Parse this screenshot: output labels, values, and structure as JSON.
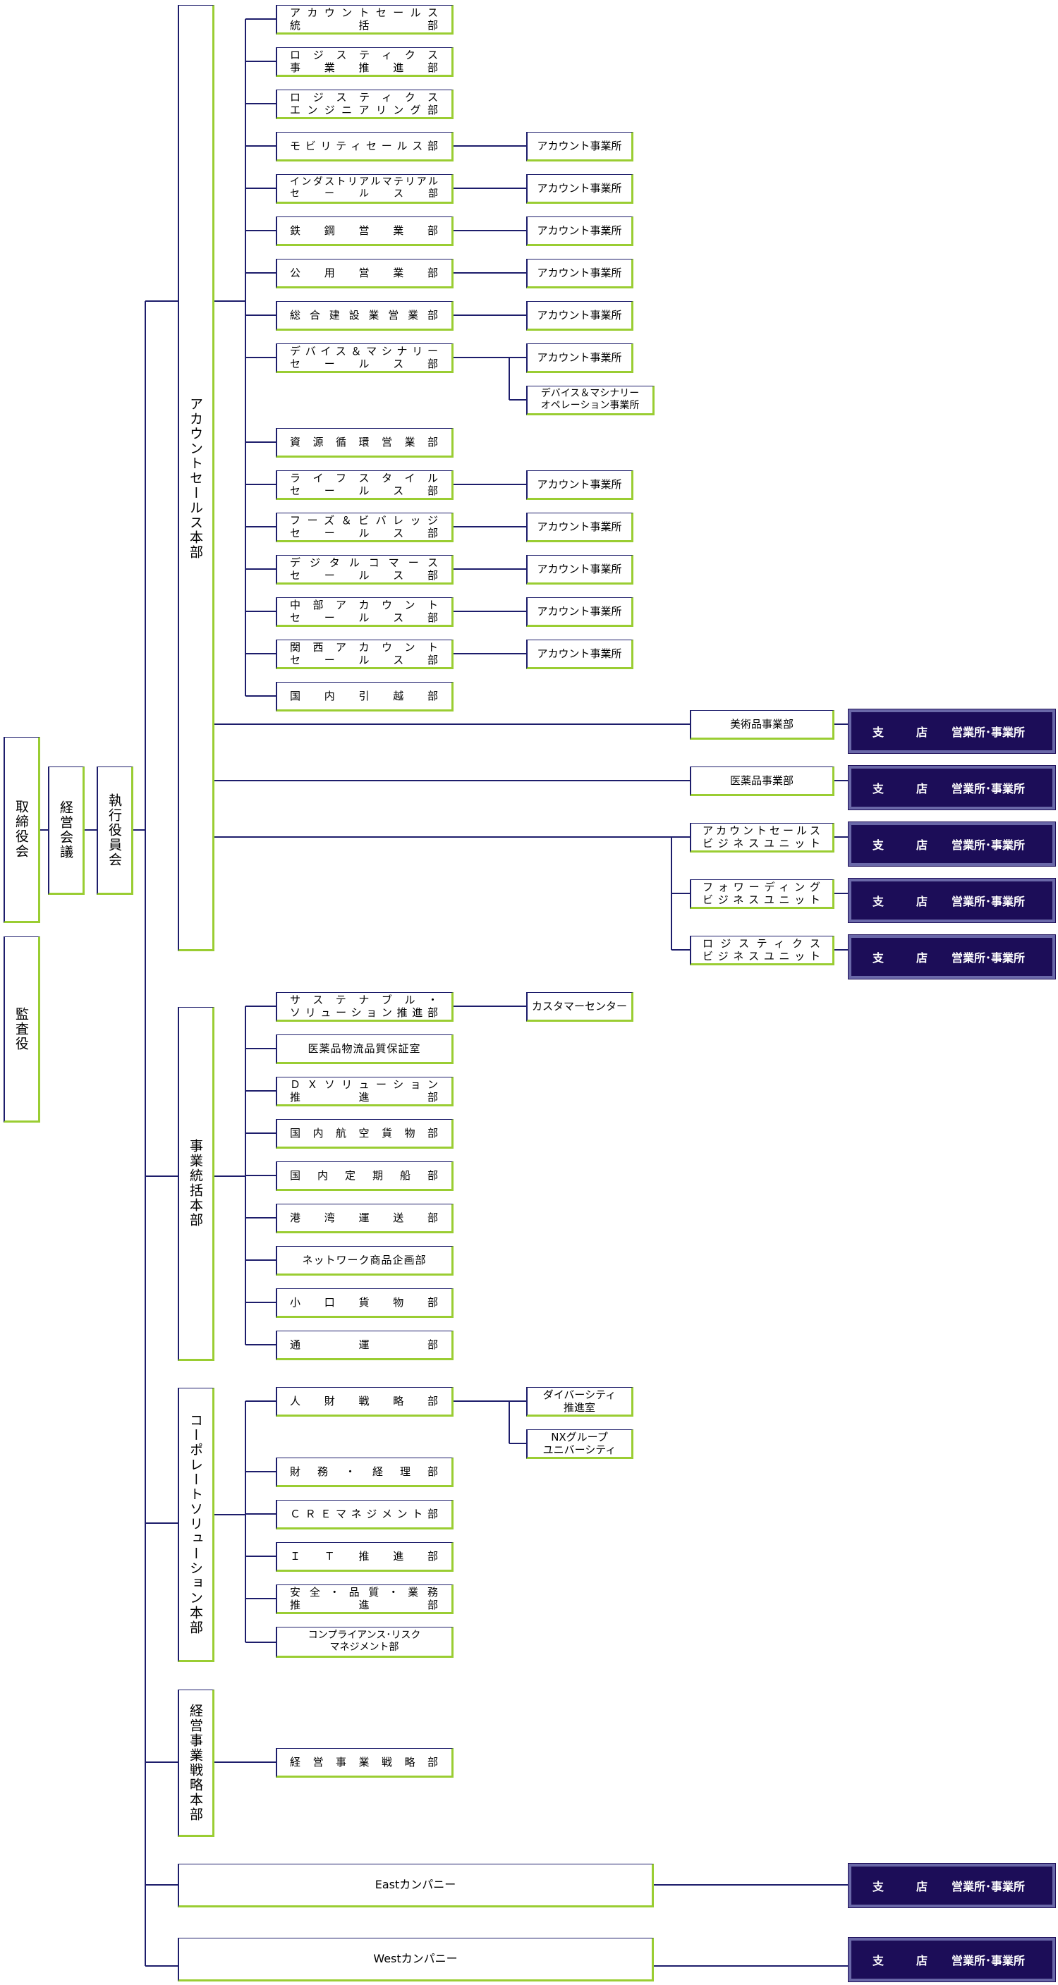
{
  "top": {
    "board": "取締役会",
    "audit": "監査役",
    "management_meeting": "経営会議",
    "executive_committee": "執行役員会"
  },
  "headquarters": {
    "account_sales": "アカウントセールス本部",
    "business_control": "事業統括本部",
    "corporate_solution": "コーポレートソリューション本部",
    "business_strategy": "経営事業戦略本部",
    "east": "Eastカンパニー",
    "west": "Westカンパニー"
  },
  "account_sales_depts": [
    [
      "アカウントセールス",
      "統　　　括　　　部"
    ],
    [
      "ロジスティクス",
      "事業推進部"
    ],
    [
      "ロジスティクス",
      "エンジニアリング部"
    ],
    [
      "モビリティセールス部"
    ],
    [
      "インダストリアルマテリアル",
      "セールス部"
    ],
    [
      "鉄鋼営業部"
    ],
    [
      "公用営業部"
    ],
    [
      "総合建設業営業部"
    ],
    [
      "デバイス＆マシナリー",
      "セールス部"
    ],
    [
      "資源循環営業部"
    ],
    [
      "ライフスタイル",
      "セールス部"
    ],
    [
      "フーズ＆ビバレッジ",
      "セールス部"
    ],
    [
      "デジタルコマース",
      "セールス部"
    ],
    [
      "中部アカウント",
      "セールス部"
    ],
    [
      "関西アカウント",
      "セールス部"
    ],
    [
      "国内引越部"
    ]
  ],
  "account_office": "アカウント事業所",
  "devices_operation_office": [
    "デバイス＆マシナリー",
    "オペレーション事業所"
  ],
  "business_units": {
    "fine_art": "美術品事業部",
    "pharma": "医薬品事業部",
    "account_sales_bu": [
      "アカウントセールス",
      "ビジネスユニット"
    ],
    "forwarding_bu": [
      "フォワーディング",
      "ビジネスユニット"
    ],
    "logistics_bu": [
      "ロジスティクス",
      "ビジネスユニット"
    ]
  },
  "branch_box": {
    "branch": "支",
    "store": "店",
    "offices": "営業所･事業所"
  },
  "business_control_depts": [
    [
      "サステナブル・",
      "ソリューション推進部"
    ],
    [
      "医薬品物流品質保証室"
    ],
    [
      "ＤＸソリューション",
      "推　　　　進　　　　部"
    ],
    [
      "国内航空貨物部"
    ],
    [
      "国内定期船部"
    ],
    [
      "港湾運送部"
    ],
    [
      "ネットワーク商品企画部"
    ],
    [
      "小口貨物部"
    ],
    [
      "通運部"
    ]
  ],
  "customer_center": "カスタマーセンター",
  "corporate_depts": [
    [
      "人財戦略部"
    ],
    [
      "財務・経理部"
    ],
    [
      "ＣＲＥマネジメント部"
    ],
    [
      "ＩＴ推進部"
    ],
    [
      "安全・品質・業務",
      "推　　　　進　　　　部"
    ],
    [
      "コンプライアンス･リスク",
      "マネジメント部"
    ]
  ],
  "diversity_office": [
    "ダイバーシティ",
    "推進室"
  ],
  "nx_university": [
    "NXグループ",
    "ユニバーシティ"
  ],
  "strategy_dept": [
    "経営事業戦略部"
  ]
}
